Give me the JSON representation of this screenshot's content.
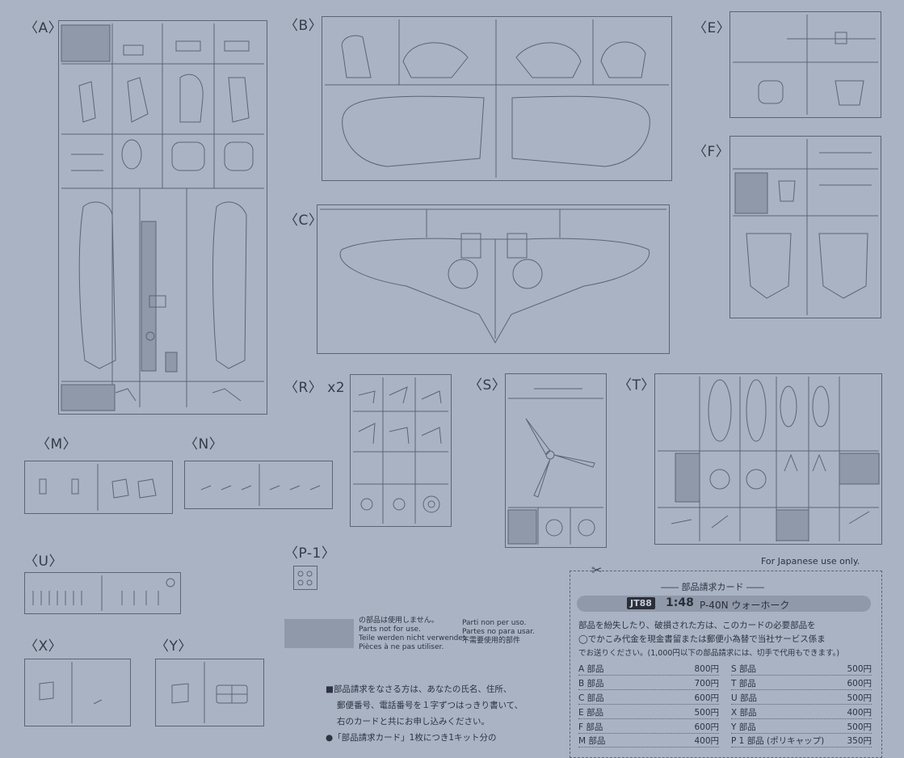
{
  "sprues": {
    "A": "〈A〉",
    "B": "〈B〉",
    "C": "〈C〉",
    "E": "〈E〉",
    "F": "〈F〉",
    "R": "〈R〉",
    "R_qty": "x2",
    "S": "〈S〉",
    "T": "〈T〉",
    "M": "〈M〉",
    "N": "〈N〉",
    "U": "〈U〉",
    "P1": "〈P-1〉",
    "X": "〈X〉",
    "Y": "〈Y〉"
  },
  "legend": {
    "jp": "の部品は使用しません。",
    "en": "Parts not for use.",
    "de": "Teile werden nicht verwendet.",
    "fr": "Pièces à ne pas utiliser.",
    "it": "Parti non per uso.",
    "es": "Partes no para usar.",
    "zh": "不需要使用的部件"
  },
  "order_note": {
    "line1": "■部品請求をなさる方は、あなたの氏名、住所、",
    "line2": "郵便番号、電話番号を１字ずつはっきり書いて、",
    "line3": "右のカードと共にお申し込みください。",
    "line4": "●「部品請求カード」1枚につき1キット分の"
  },
  "card": {
    "japan_only": "For Japanese use only.",
    "title": "―― 部品請求カード ――",
    "kit_code": "JT88",
    "scale": "1:48",
    "kit_name": "P-40N ウォーホーク",
    "desc1": "部品を紛失したり、破損された方は、このカードの必要部品を",
    "desc2": "◯でかこみ代金を現金書留または郵便小為替で当社サービス係ま",
    "desc3": "でお送りください。(1,000円以下の部品請求には、切手で代用もできます。)",
    "left_prices": [
      {
        "name": "A 部品",
        "price": "800円"
      },
      {
        "name": "B 部品",
        "price": "700円"
      },
      {
        "name": "C 部品",
        "price": "600円"
      },
      {
        "name": "E 部品",
        "price": "500円"
      },
      {
        "name": "F 部品",
        "price": "600円"
      },
      {
        "name": "M 部品",
        "price": "400円"
      }
    ],
    "right_prices": [
      {
        "name": "S 部品",
        "price": "500円"
      },
      {
        "name": "T 部品",
        "price": "600円"
      },
      {
        "name": "U 部品",
        "price": "500円"
      },
      {
        "name": "X 部品",
        "price": "400円"
      },
      {
        "name": "Y 部品",
        "price": "500円"
      },
      {
        "name": "P 1 部品 (ポリキャップ)",
        "price": "350円"
      }
    ]
  }
}
